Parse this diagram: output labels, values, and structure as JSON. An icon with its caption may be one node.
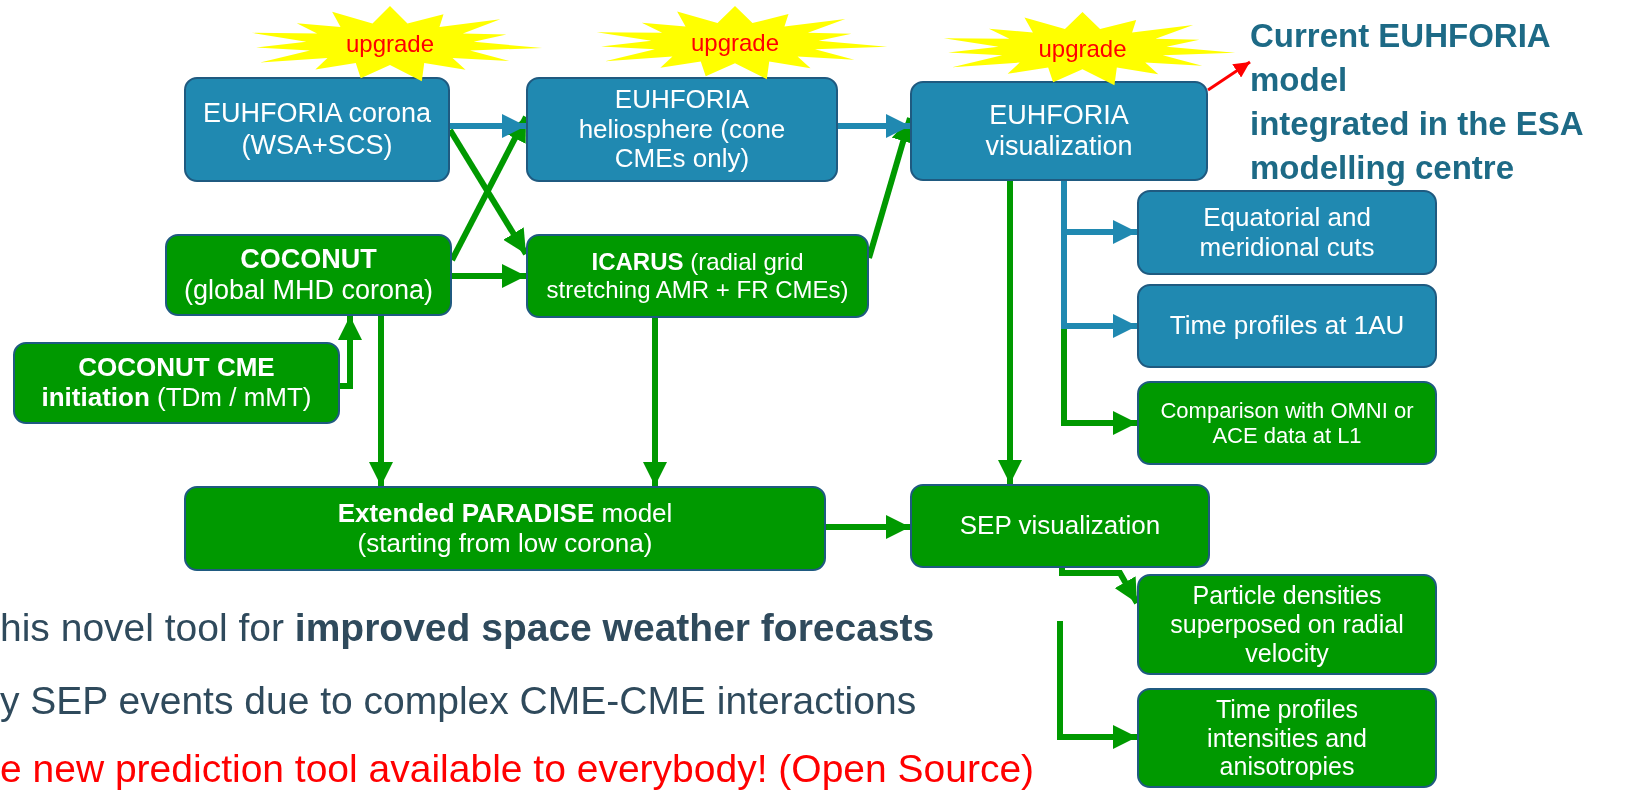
{
  "diagram": {
    "nodes": [
      {
        "text": [
          "upgrade"
        ]
      },
      {
        "text": [
          "upgrade"
        ]
      },
      {
        "text": [
          "upgrade"
        ]
      },
      {
        "text": [
          "Current EUHFORIA model",
          "integrated in the ESA modelling centre"
        ]
      },
      {
        "text": [
          "EUHFORIA corona (WSA+SCS)"
        ]
      },
      {
        "text": [
          "EUHFORIA heliosphere (cone CMEs only)"
        ]
      },
      {
        "text": [
          "EUHFORIA visualization"
        ]
      },
      {
        "text": [
          "COCONUT",
          "(global MHD corona)"
        ]
      },
      {
        "text": [
          "**ICARUS** (radial grid stretching AMR + FR CMEs)"
        ]
      },
      {
        "text": [
          "Equatorial and meridional cuts"
        ]
      },
      {
        "text": [
          "**COCONUT CME initiation** (TDm / mMT)"
        ]
      },
      {
        "text": [
          "Time profiles at 1AU"
        ]
      },
      {
        "text": [
          "Comparison with OMNI or ACE data at L1"
        ]
      },
      {
        "text": [
          "**Extended PARADISE** model (starting from low corona)"
        ]
      },
      {
        "text": [
          "SEP visualization"
        ]
      },
      {
        "text": [
          "Particle densities superposed on radial velocity"
        ]
      },
      {
        "text": [
          "Time profiles intensities and anisotropies"
        ]
      }
    ],
    "edges": [
      {
        "from": 4,
        "to": 5,
        "arrow": "to",
        "color": "#2089b1"
      },
      {
        "from": 4,
        "to": 8,
        "arrow": "to"
      },
      {
        "from": 7,
        "to": 5,
        "arrow": "to"
      },
      {
        "from": 7,
        "to": 8,
        "arrow": "to"
      },
      {
        "from": 10,
        "to": 7,
        "arrow": "to"
      },
      {
        "from": 5,
        "to": 6,
        "arrow": "to",
        "color": "#2089b1"
      },
      {
        "from": 8,
        "to": 6,
        "arrow": "to"
      },
      {
        "from": 6,
        "to": 9,
        "arrow": "to",
        "color": "#2089b1"
      },
      {
        "from": 6,
        "to": 11,
        "arrow": "to",
        "color": "#2089b1"
      },
      {
        "from": 6,
        "to": 12,
        "arrow": "to"
      },
      {
        "from": 6,
        "to": 14,
        "arrow": "to"
      },
      {
        "from": 7,
        "to": 13,
        "arrow": "to"
      },
      {
        "from": 8,
        "to": 13,
        "arrow": "to"
      },
      {
        "from": 13,
        "to": 14,
        "arrow": "to"
      },
      {
        "from": 14,
        "to": 15,
        "arrow": "to"
      },
      {
        "from": null,
        "to": 16,
        "arrow": "to"
      },
      {
        "from": 6,
        "to": 3,
        "arrow": "to",
        "color": "#ff0000"
      }
    ],
    "labels": [
      "his novel tool for **improved space weather forecasts**",
      "y SEP events due to complex CME-CME interactions",
      "e new prediction tool available to everybody! (Open Source)"
    ]
  }
}
